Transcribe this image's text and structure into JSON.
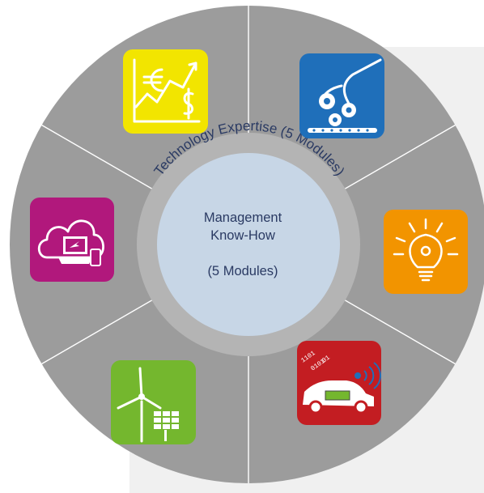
{
  "diagram": {
    "ring_label": "Technology Expertise (5 Modules)",
    "center": {
      "line1": "Management",
      "line2": "Know-How",
      "line3": "",
      "line4": "(5 Modules)"
    }
  },
  "modules": [
    {
      "icon": "finance-euro-dollar-chart-icon",
      "color": "#f2e500"
    },
    {
      "icon": "robot-arm-gears-conveyor-icon",
      "color": "#1f6fba"
    },
    {
      "icon": "light-bulb-idea-icon",
      "color": "#f29400"
    },
    {
      "icon": "electric-car-battery-data-icon",
      "color": "#c31d22"
    },
    {
      "icon": "wind-turbine-solar-panel-icon",
      "color": "#74b72e"
    },
    {
      "icon": "cloud-computing-devices-icon",
      "color": "#b1187c"
    }
  ],
  "colors": {
    "wheel": "#9c9c9c",
    "ring": "#b4b4b4",
    "center": "#c7d6e6",
    "text": "#2a3a63"
  }
}
